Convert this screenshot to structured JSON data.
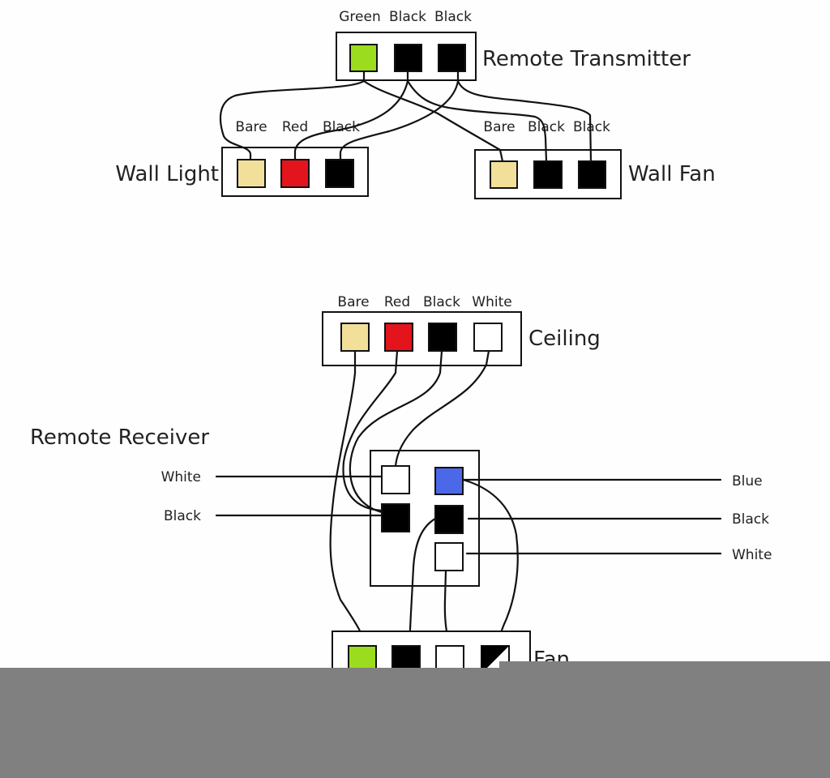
{
  "colors": {
    "green": "#9bdc1e",
    "black": "#000000",
    "bare": "#f2e09a",
    "red": "#e3141c",
    "white": "#ffffff",
    "blue": "#4a68e8",
    "overlay": "#808080"
  },
  "transmitter": {
    "title": "Remote Transmitter",
    "terminals": [
      {
        "label": "Green",
        "color": "green"
      },
      {
        "label": "Black",
        "color": "black"
      },
      {
        "label": "Black",
        "color": "black"
      }
    ]
  },
  "wall_light": {
    "title": "Wall Light",
    "terminals": [
      {
        "label": "Bare",
        "color": "bare"
      },
      {
        "label": "Red",
        "color": "red"
      },
      {
        "label": "Black",
        "color": "black"
      }
    ]
  },
  "wall_fan": {
    "title": "Wall Fan",
    "terminals": [
      {
        "label": "Bare",
        "color": "bare"
      },
      {
        "label": "Black",
        "color": "black"
      },
      {
        "label": "Black",
        "color": "black"
      }
    ]
  },
  "ceiling": {
    "title": "Ceiling",
    "terminals": [
      {
        "label": "Bare",
        "color": "bare"
      },
      {
        "label": "Red",
        "color": "red"
      },
      {
        "label": "Black",
        "color": "black"
      },
      {
        "label": "White",
        "color": "white"
      }
    ]
  },
  "receiver": {
    "title": "Remote Receiver",
    "left_labels": [
      "White",
      "Black"
    ],
    "right_labels": [
      "Blue",
      "Black",
      "White"
    ],
    "terminals": [
      {
        "name": "white-in",
        "color": "white"
      },
      {
        "name": "blue-out",
        "color": "blue"
      },
      {
        "name": "black-in",
        "color": "black"
      },
      {
        "name": "black-out",
        "color": "black"
      },
      {
        "name": "white-out",
        "color": "white"
      }
    ]
  },
  "fan": {
    "title": "Fan",
    "terminals": [
      {
        "color": "green"
      },
      {
        "color": "black"
      },
      {
        "color": "white"
      },
      {
        "color": "black-white-split"
      }
    ]
  }
}
